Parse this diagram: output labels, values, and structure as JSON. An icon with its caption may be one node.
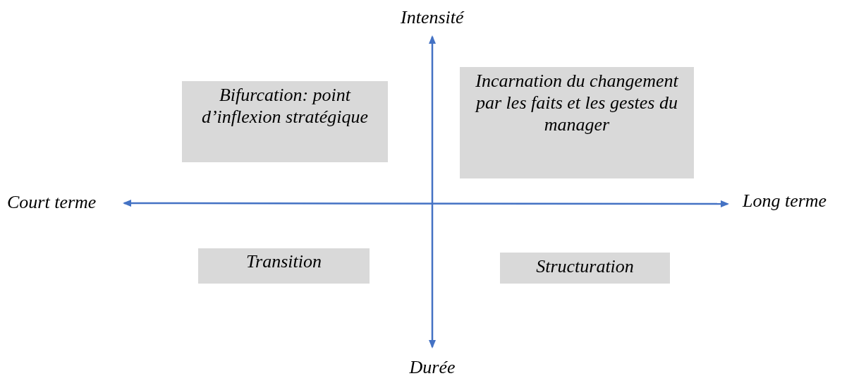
{
  "diagram": {
    "nodes": [
      {
        "text": [
          "Bifurcation: point d’inflexion stratégique"
        ]
      },
      {
        "text": [
          "Incarnation du changement par les faits et les gestes du manager"
        ]
      },
      {
        "text": [
          "Transition"
        ]
      },
      {
        "text": [
          "Structuration"
        ]
      }
    ],
    "labels": [
      "Intensité",
      "Court terme",
      "Long terme",
      "Durée"
    ]
  }
}
